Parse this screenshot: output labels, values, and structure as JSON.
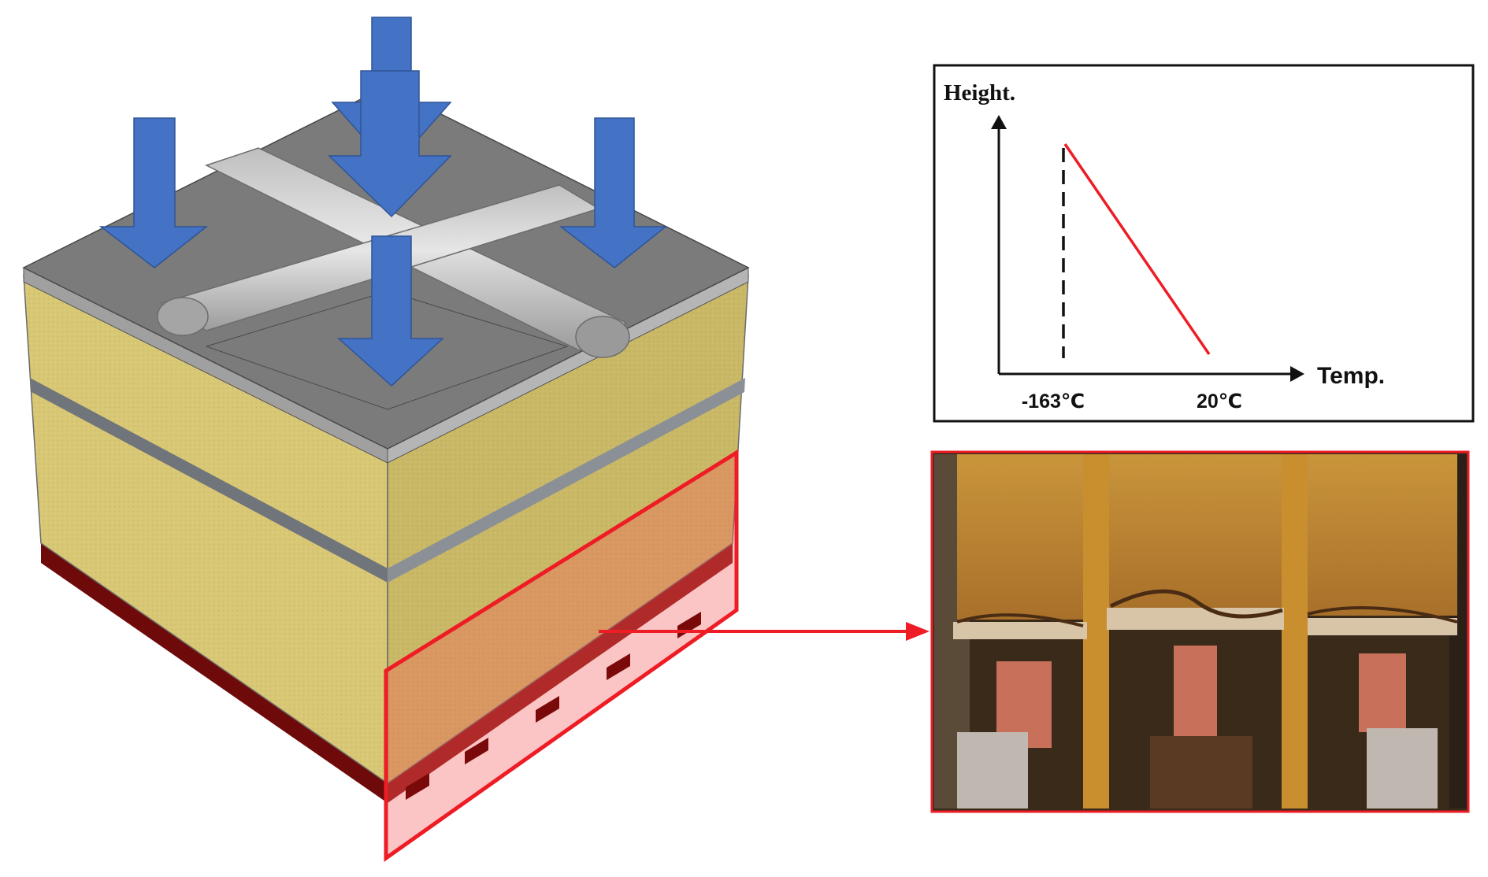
{
  "graph": {
    "y_axis_label": "Height.",
    "x_axis_label": "Temp.",
    "x_tick_left": "-163℃",
    "x_tick_right": "20℃"
  },
  "colors": {
    "arrow_blue": "#4472c4",
    "highlight_red": "#ee1c25",
    "insulation_yellow": "#d8c774",
    "membrane_gray": "#7b7b7b",
    "base_dark_red": "#7a0a0a"
  },
  "icons": {
    "load_arrows": "down-arrow-icon",
    "callout": "right-arrow-icon"
  }
}
